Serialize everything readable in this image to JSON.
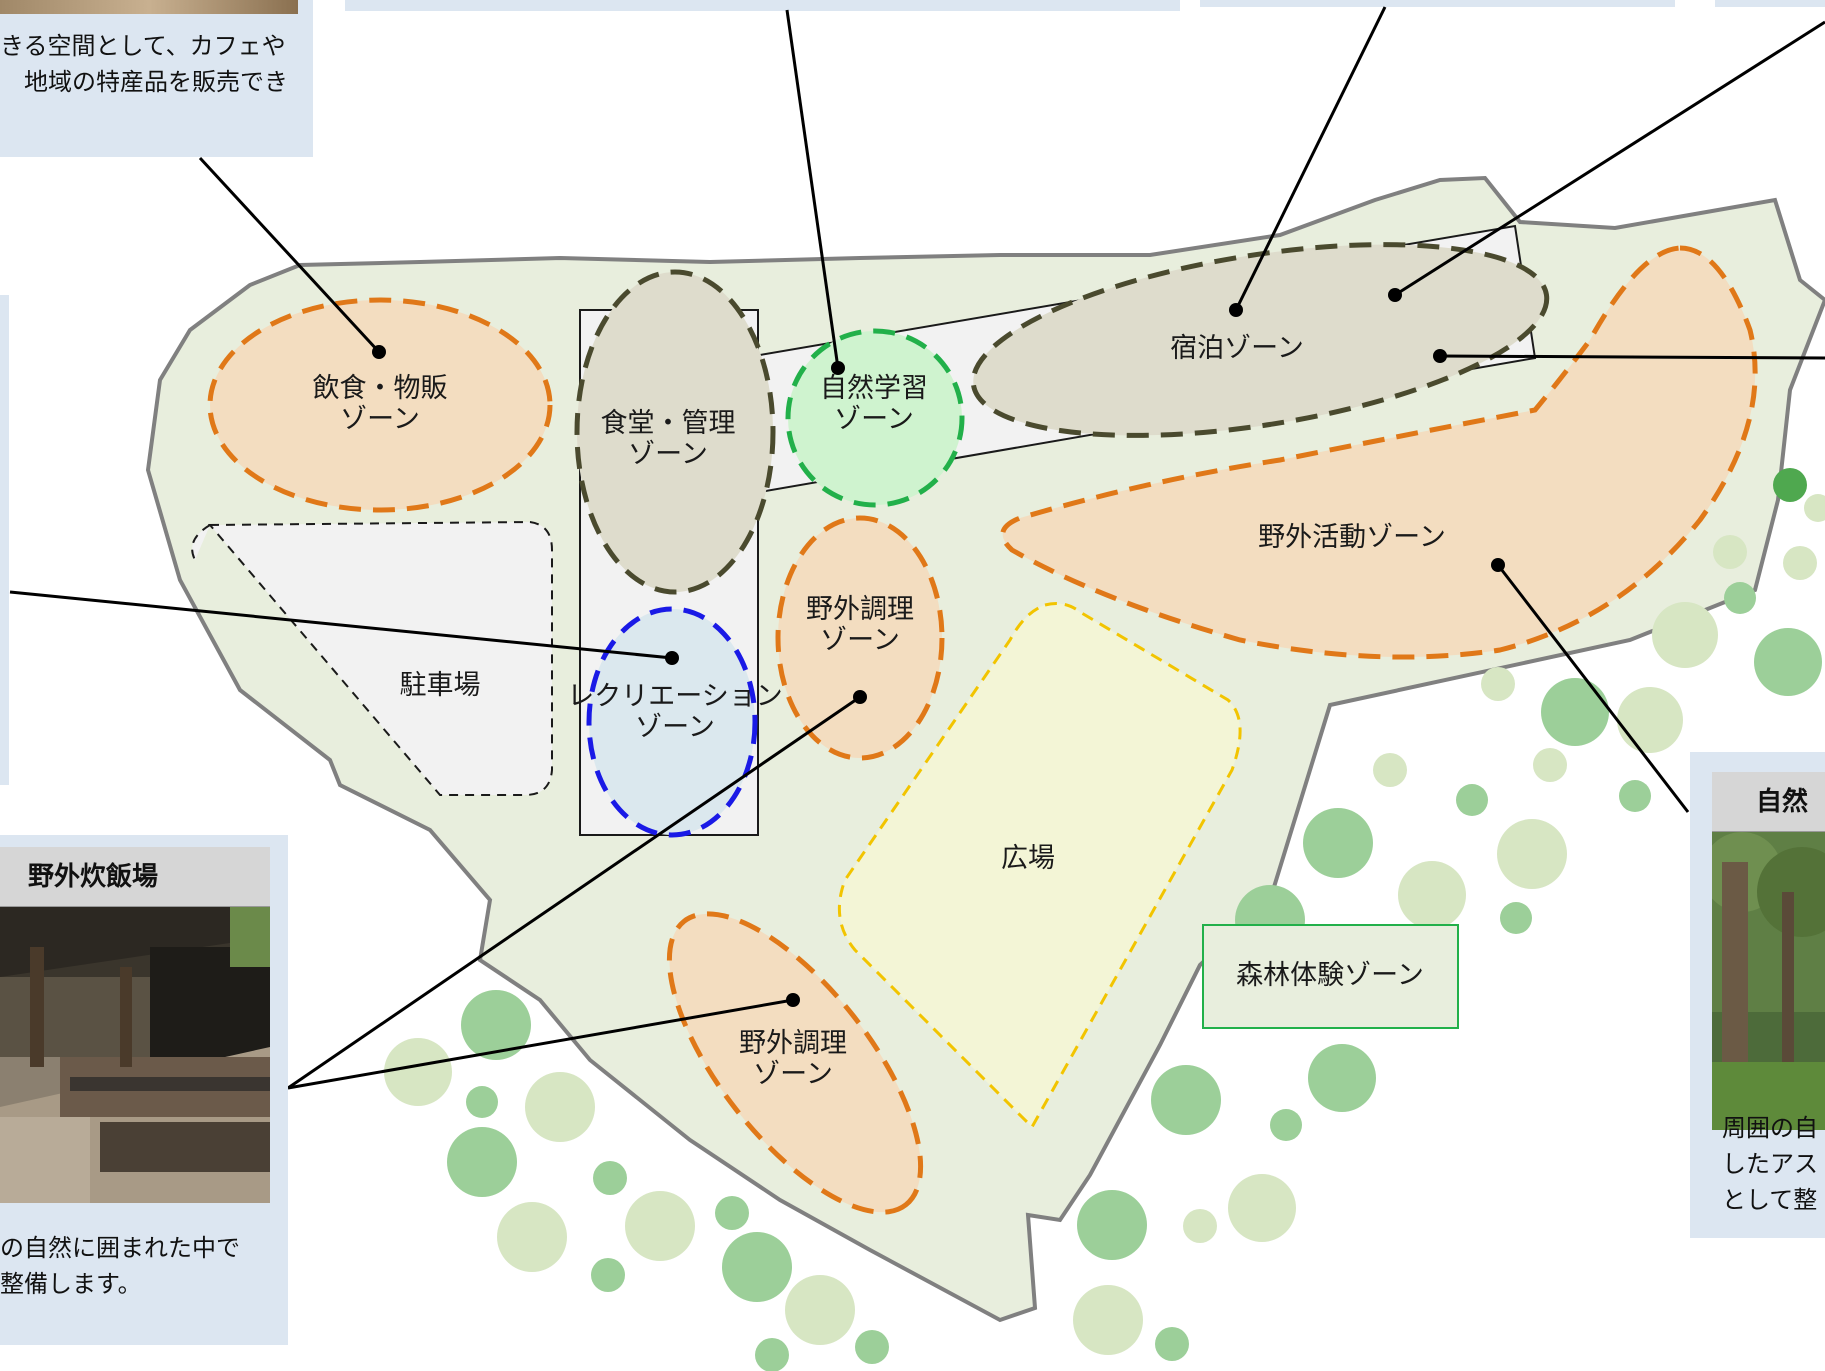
{
  "zones": {
    "food_sales": "飲食・物販\nゾーン",
    "dining_admin": "食堂・管理\nゾーン",
    "nature_learning": "自然学習\nゾーン",
    "lodging": "宿泊ゾーン",
    "outdoor_activity": "野外活動ゾーン",
    "parking": "駐車場",
    "recreation": "レクリエーション\nゾーン",
    "outdoor_cooking_upper": "野外調理\nゾーン",
    "outdoor_cooking_lower": "野外調理\nゾーン",
    "plaza": "広場",
    "forest_experience": "森林体験ゾーン"
  },
  "cards": {
    "top_left": {
      "text": "きる空間として、カフェや\n　地域の特産品を販売でき"
    },
    "bottom_left": {
      "title": "野外炊飯場",
      "text": "の自然に囲まれた中で\n整備します。"
    },
    "right": {
      "title": "自然",
      "text": "周囲の自\nしたアス\nとして整"
    }
  },
  "colors": {
    "site_fill": "#e8eedd",
    "site_stroke": "#808080",
    "card_bg": "#dce6f1",
    "orange_dash": "#e07818",
    "orange_fill": "#f3ddc0",
    "olive_dash": "#4a4a2e",
    "olive_fill": "#dedccc",
    "green_dash": "#22b04a",
    "green_fill": "#cff3cf",
    "blue_dash": "#1a1ae6",
    "blue_fill": "#dbe8ee",
    "yellow_dash": "#f2c400",
    "yellow_fill": "#f3f5d6"
  }
}
